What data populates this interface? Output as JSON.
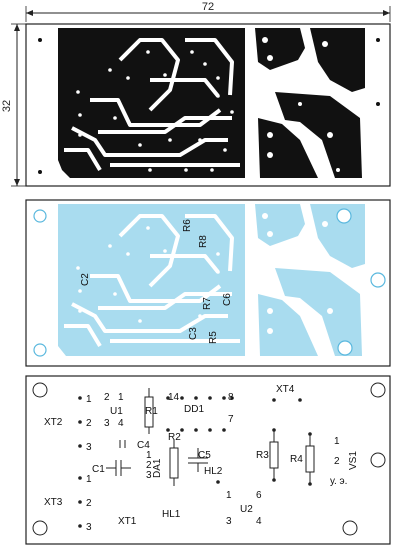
{
  "dimensions": {
    "width_label": "72",
    "height_label": "32"
  },
  "colors": {
    "copper_black": "#111111",
    "copper_blue": "#a9dcef",
    "board_border": "#222222",
    "background": "#ffffff"
  },
  "copper_labels": [
    "R6",
    "R8",
    "C2",
    "R7",
    "C6",
    "C3",
    "R5"
  ],
  "silkscreen": {
    "designators": {
      "xt4": "XT4",
      "xt2": "XT2",
      "xt3": "XT3",
      "xt1": "XT1",
      "u1": "U1",
      "r1": "R1",
      "dd1": "DD1",
      "c4": "C4",
      "r2": "R2",
      "c5": "C5",
      "c1": "C1",
      "da1": "DA1",
      "hl2": "HL2",
      "r3": "R3",
      "r4": "R4",
      "vs1": "VS1",
      "u2": "U2",
      "hl1": "HL1",
      "uz": "у. э."
    },
    "pins": {
      "u1_2": "2",
      "u1_1": "1",
      "u1_3": "3",
      "u1_4": "4",
      "dd1_14": "14",
      "dd1_8": "8",
      "dd1_7": "7",
      "xt2_1": "1",
      "xt2_2": "2",
      "xt2_3": "3",
      "xt3_1": "1",
      "xt3_2": "2",
      "xt3_3": "3",
      "da1_1": "1",
      "da1_2": "2",
      "da1_3": "3",
      "vs1_1": "1",
      "vs1_2": "2",
      "u2_1": "1",
      "u2_6": "6",
      "u2_3": "3",
      "u2_4": "4"
    }
  }
}
